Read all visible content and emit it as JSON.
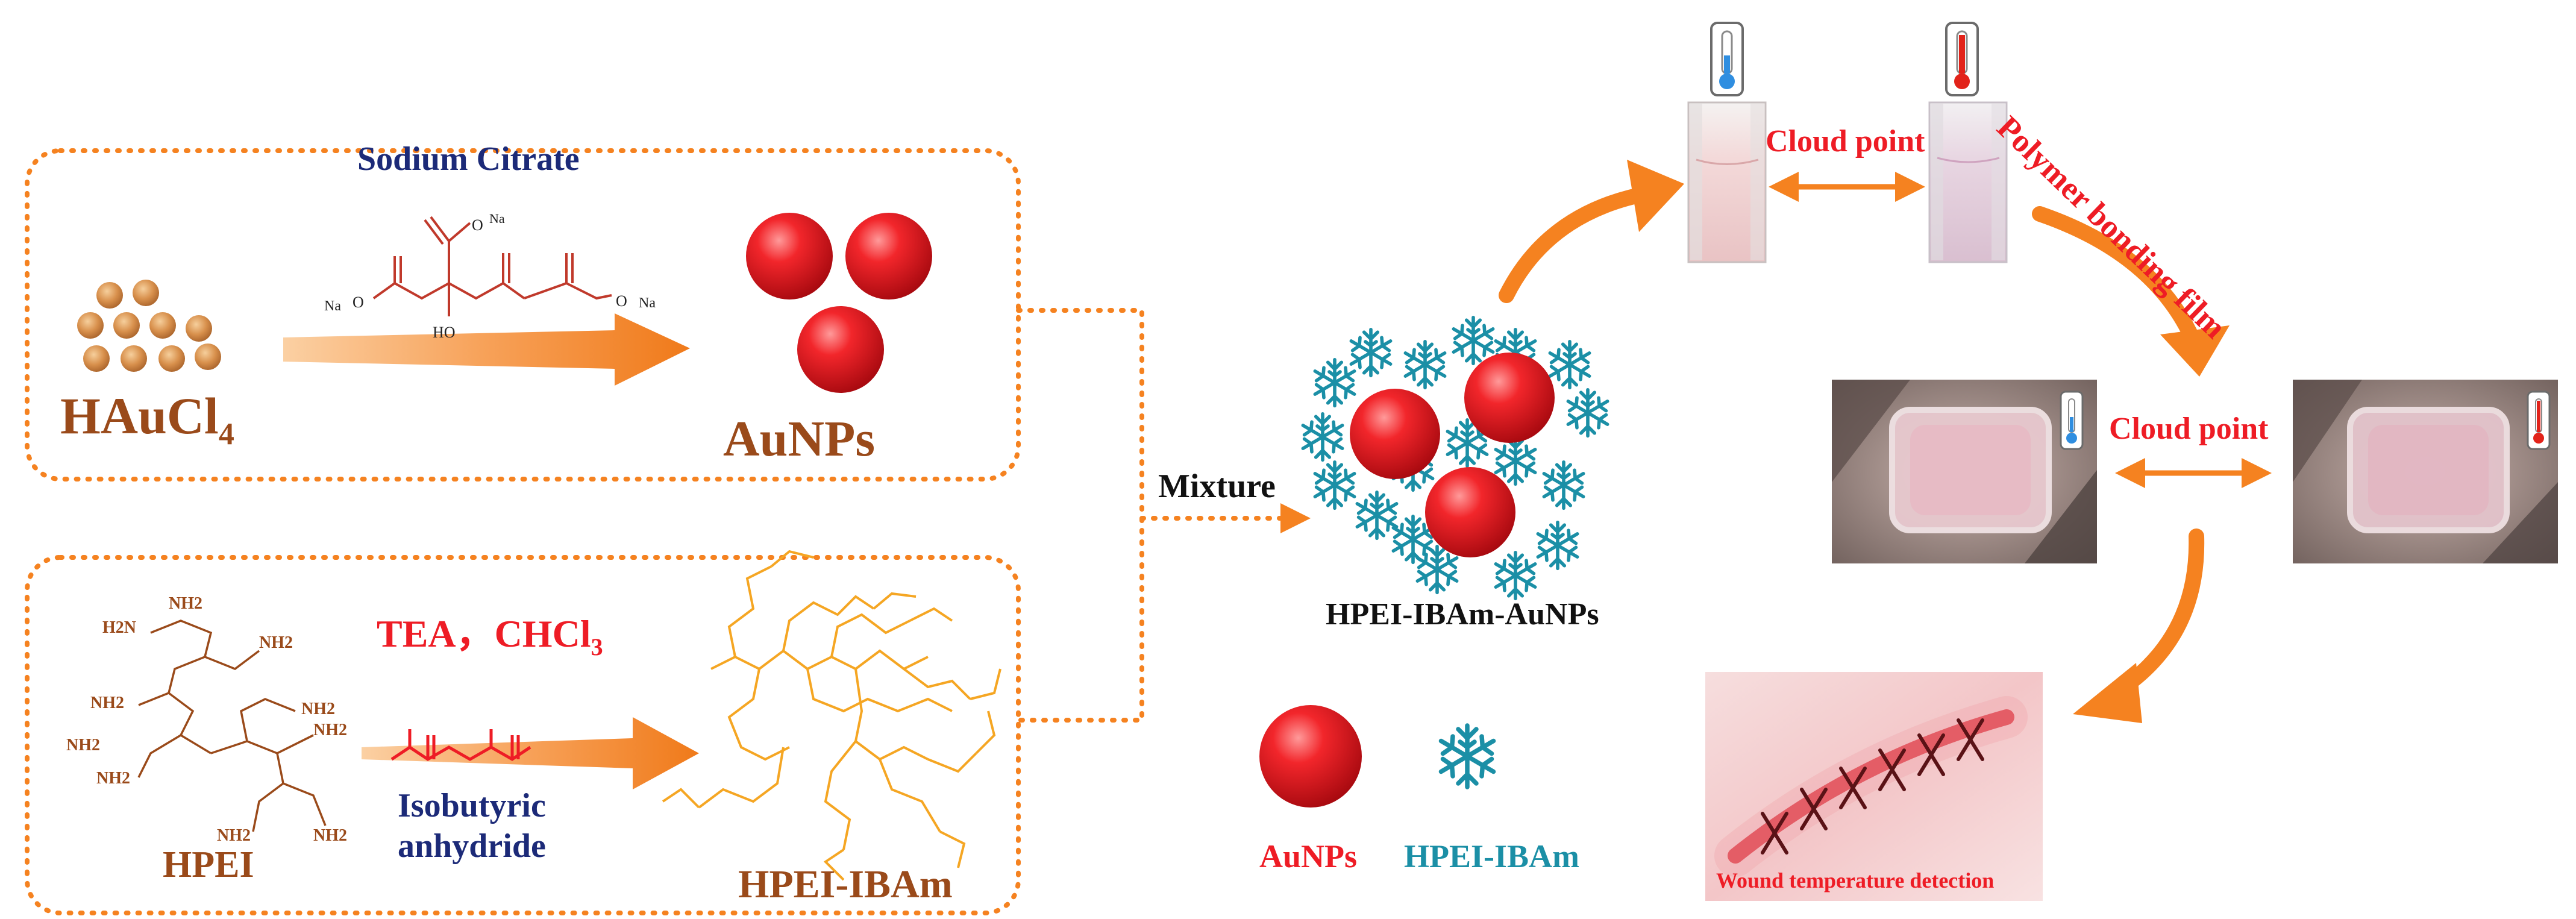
{
  "colors": {
    "accent": "#f58220",
    "brown": "#9a4a1a",
    "red": "#ee1c25",
    "navy": "#1c2a78",
    "teal": "#1b8fa6",
    "polymer": "#f5a623"
  },
  "labels": {
    "sodium_citrate": "Sodium Citrate",
    "haucl4_main": "HAuCl",
    "haucl4_sub": "4",
    "aunps": "AuNPs",
    "tea": "TEA，CHCl",
    "tea_sub": "3",
    "isobutyric": "Isobutyric",
    "anhydride": "anhydride",
    "hpei": "HPEI",
    "hpei_ibam": "HPEI-IBAm",
    "mixture": "Mixture",
    "complex": "HPEI-IBAm-AuNPs",
    "cloud_point_top": "Cloud point",
    "cloud_point_mid": "Cloud point",
    "polymer_film": "Polymer bonding film",
    "wound": "Wound temperature detection",
    "legend_aunps": "AuNPs",
    "legend_hpei_ibam": "HPEI-IBAm"
  },
  "citrate_atoms": {
    "na_left": "Na",
    "o_left": "O",
    "na_top": "Na",
    "o_top": "O",
    "na_right": "Na",
    "o_right": "O",
    "ho": "HO"
  },
  "hpei_groups": [
    "NH2",
    "NH2",
    "H2N",
    "NH2",
    "NH2",
    "NH2",
    "NH2",
    "NH2",
    "NH2",
    "NH2"
  ],
  "icons": [
    "thermometer-cold-icon",
    "thermometer-hot-icon",
    "gold-nanoparticle-icon",
    "polymer-snowflake-icon"
  ]
}
